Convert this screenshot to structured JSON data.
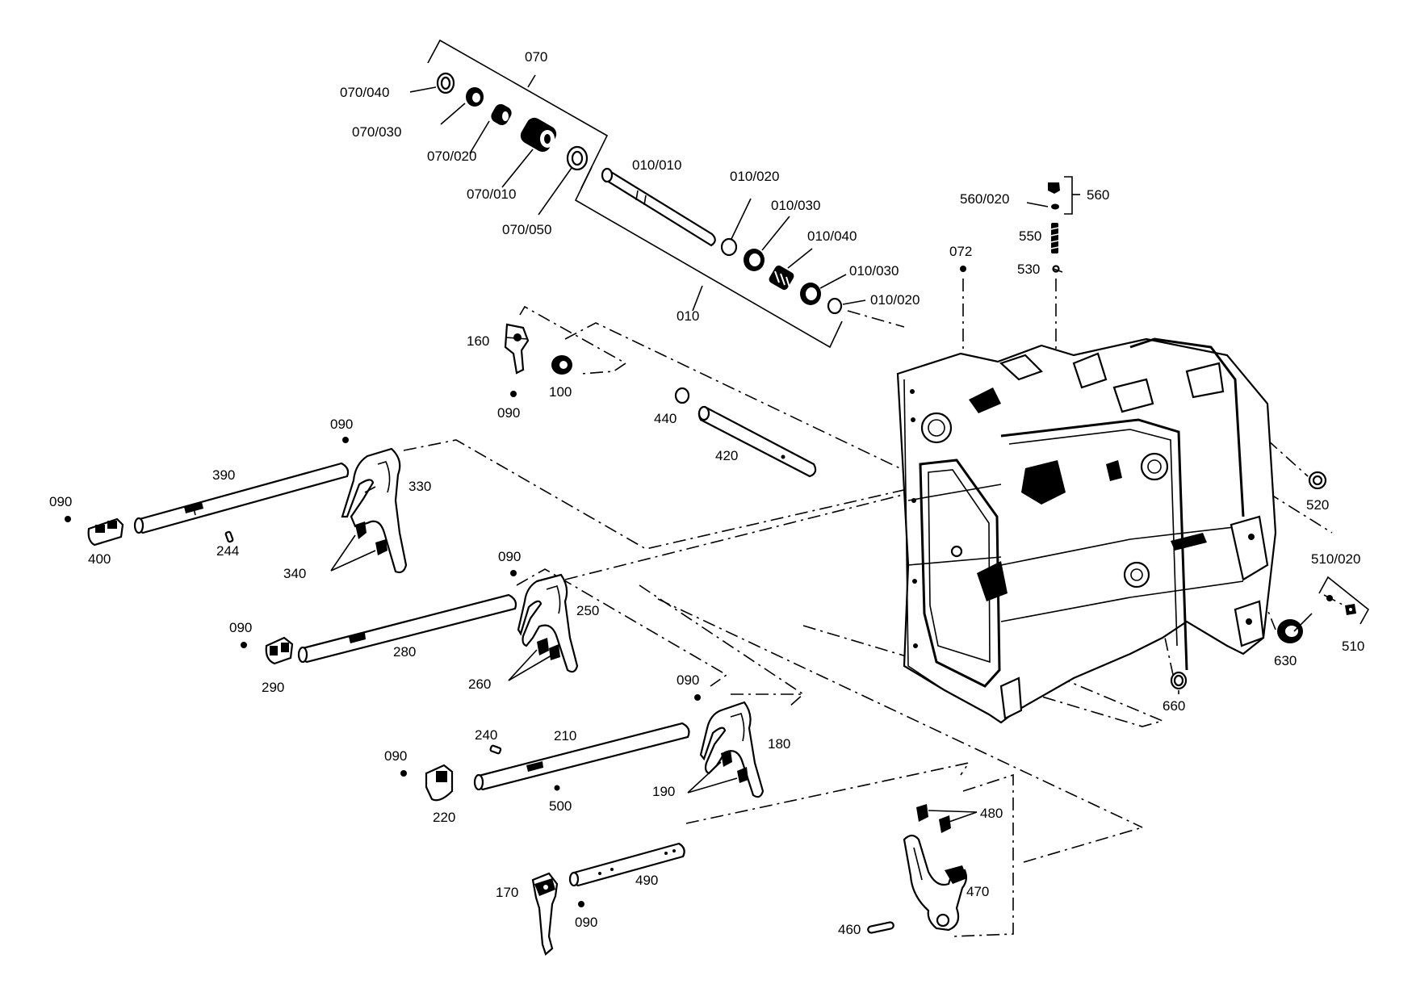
{
  "diagram": {
    "type": "exploded parts drawing",
    "callouts": [
      {
        "id": "c070",
        "text": "070"
      },
      {
        "id": "c070_040",
        "text": "070/040"
      },
      {
        "id": "c070_030",
        "text": "070/030"
      },
      {
        "id": "c070_020",
        "text": "070/020"
      },
      {
        "id": "c070_010",
        "text": "070/010"
      },
      {
        "id": "c070_050",
        "text": "070/050"
      },
      {
        "id": "c010_010",
        "text": "010/010"
      },
      {
        "id": "c010_020a",
        "text": "010/020"
      },
      {
        "id": "c010_030a",
        "text": "010/030"
      },
      {
        "id": "c010_040",
        "text": "010/040"
      },
      {
        "id": "c010_030b",
        "text": "010/030"
      },
      {
        "id": "c010_020b",
        "text": "010/020"
      },
      {
        "id": "c010",
        "text": "010"
      },
      {
        "id": "c560_020",
        "text": "560/020"
      },
      {
        "id": "c560",
        "text": "560"
      },
      {
        "id": "c550",
        "text": "550"
      },
      {
        "id": "c530",
        "text": "530"
      },
      {
        "id": "c072",
        "text": "072"
      },
      {
        "id": "c160",
        "text": "160"
      },
      {
        "id": "c100",
        "text": "100"
      },
      {
        "id": "c090a",
        "text": "090"
      },
      {
        "id": "c440",
        "text": "440"
      },
      {
        "id": "c420",
        "text": "420"
      },
      {
        "id": "c090b",
        "text": "090"
      },
      {
        "id": "c390",
        "text": "390"
      },
      {
        "id": "c330",
        "text": "330"
      },
      {
        "id": "c090c",
        "text": "090"
      },
      {
        "id": "c400",
        "text": "400"
      },
      {
        "id": "c244",
        "text": "244"
      },
      {
        "id": "c340",
        "text": "340"
      },
      {
        "id": "c090d",
        "text": "090"
      },
      {
        "id": "c250",
        "text": "250"
      },
      {
        "id": "c090e",
        "text": "090"
      },
      {
        "id": "c290",
        "text": "290"
      },
      {
        "id": "c280",
        "text": "280"
      },
      {
        "id": "c260",
        "text": "260"
      },
      {
        "id": "c090f",
        "text": "090"
      },
      {
        "id": "c240",
        "text": "240"
      },
      {
        "id": "c210",
        "text": "210"
      },
      {
        "id": "c180",
        "text": "180"
      },
      {
        "id": "c090g",
        "text": "090"
      },
      {
        "id": "c220",
        "text": "220"
      },
      {
        "id": "c500",
        "text": "500"
      },
      {
        "id": "c190",
        "text": "190"
      },
      {
        "id": "c480",
        "text": "480"
      },
      {
        "id": "c170",
        "text": "170"
      },
      {
        "id": "c490",
        "text": "490"
      },
      {
        "id": "c090h",
        "text": "090"
      },
      {
        "id": "c470",
        "text": "470"
      },
      {
        "id": "c460",
        "text": "460"
      },
      {
        "id": "c520",
        "text": "520"
      },
      {
        "id": "c510_020",
        "text": "510/020"
      },
      {
        "id": "c510",
        "text": "510"
      },
      {
        "id": "c630",
        "text": "630"
      },
      {
        "id": "c660",
        "text": "660"
      }
    ]
  }
}
